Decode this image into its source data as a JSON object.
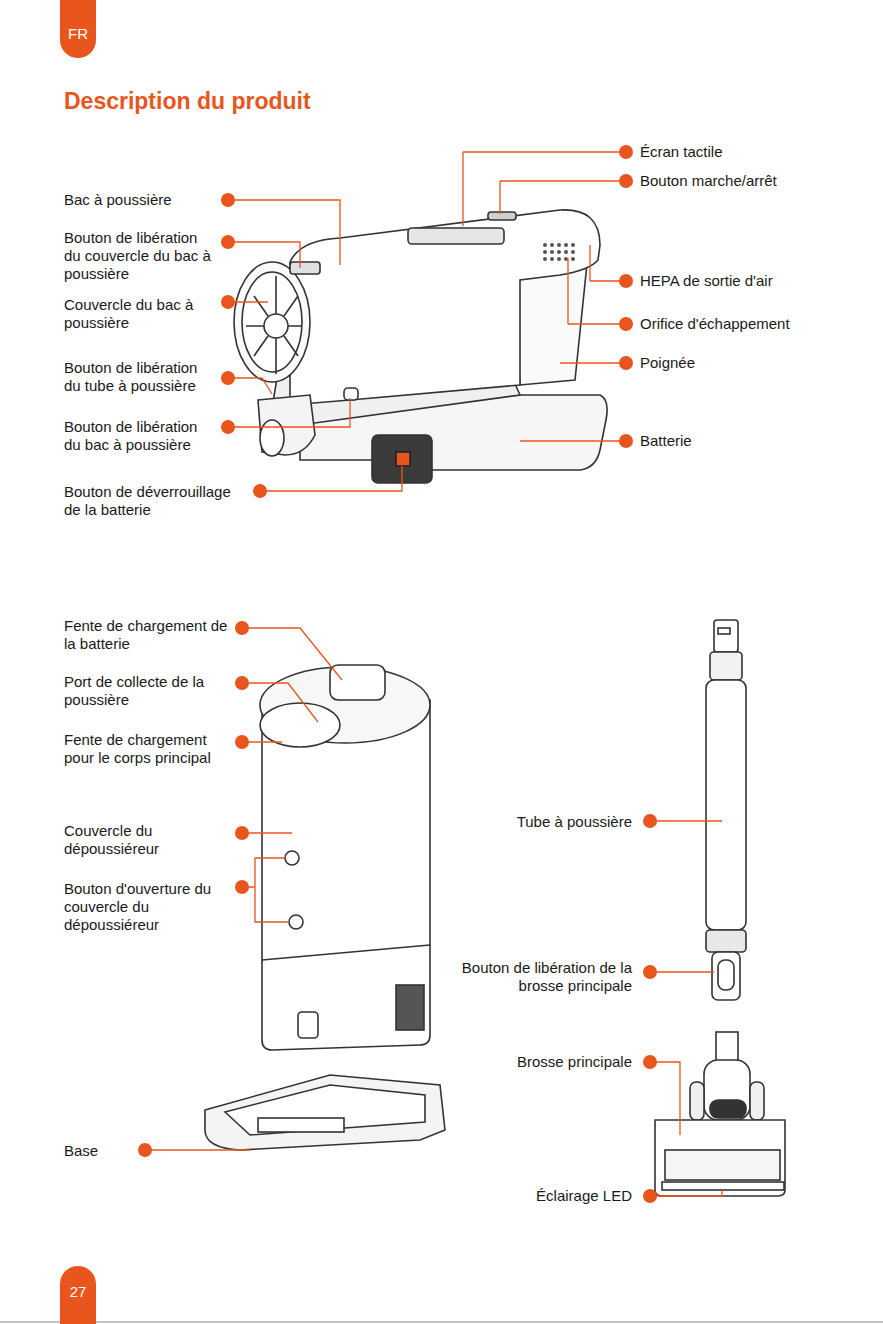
{
  "diagram": {
    "title": "Description du produit",
    "nodes": [
      {
        "text": [
          "FR"
        ]
      },
      {
        "text": [
          "27"
        ]
      }
    ],
    "labels": [
      "Écran tactile",
      "Bouton marche/arrêt",
      "Bac à poussière",
      "Bouton de libération du couvercle du bac à poussière",
      "HEPA de sortie d'air",
      "Couvercle du bac à poussière",
      "Orifice d'échappement",
      "Poignée",
      "Bouton de libération du tube à poussière",
      "Bouton de libération du bac à poussière",
      "Batterie",
      "Bouton de déverrouillage de la batterie",
      "Fente de chargement de la batterie",
      "Port de collecte de la poussière",
      "Fente de chargement pour le corps principal",
      "Couvercle du dépoussiéreur",
      "Tube à poussière",
      "Bouton d'ouverture du couvercle du dépoussiéreur",
      "Bouton de libération de la brosse principale",
      "Brosse principale",
      "Base",
      "Éclairage LED"
    ]
  }
}
